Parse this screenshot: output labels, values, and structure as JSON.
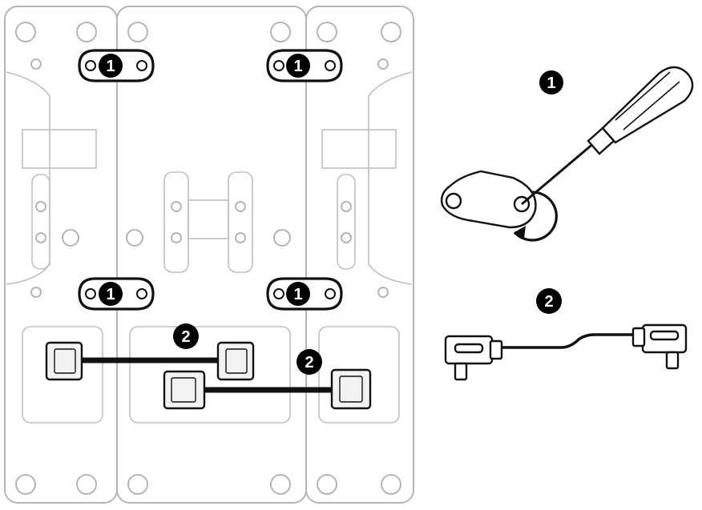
{
  "steps": {
    "screw_step": {
      "number": "1",
      "action": "unscrew-fixing-plates",
      "icon": "screwdriver-icon"
    },
    "cable_step": {
      "number": "2",
      "action": "connect-cables",
      "icon": "cable-icon"
    }
  },
  "colors": {
    "outline": "#b5b5b5",
    "ink": "#111111",
    "badge": "#000000",
    "badge_text": "#ffffff"
  }
}
